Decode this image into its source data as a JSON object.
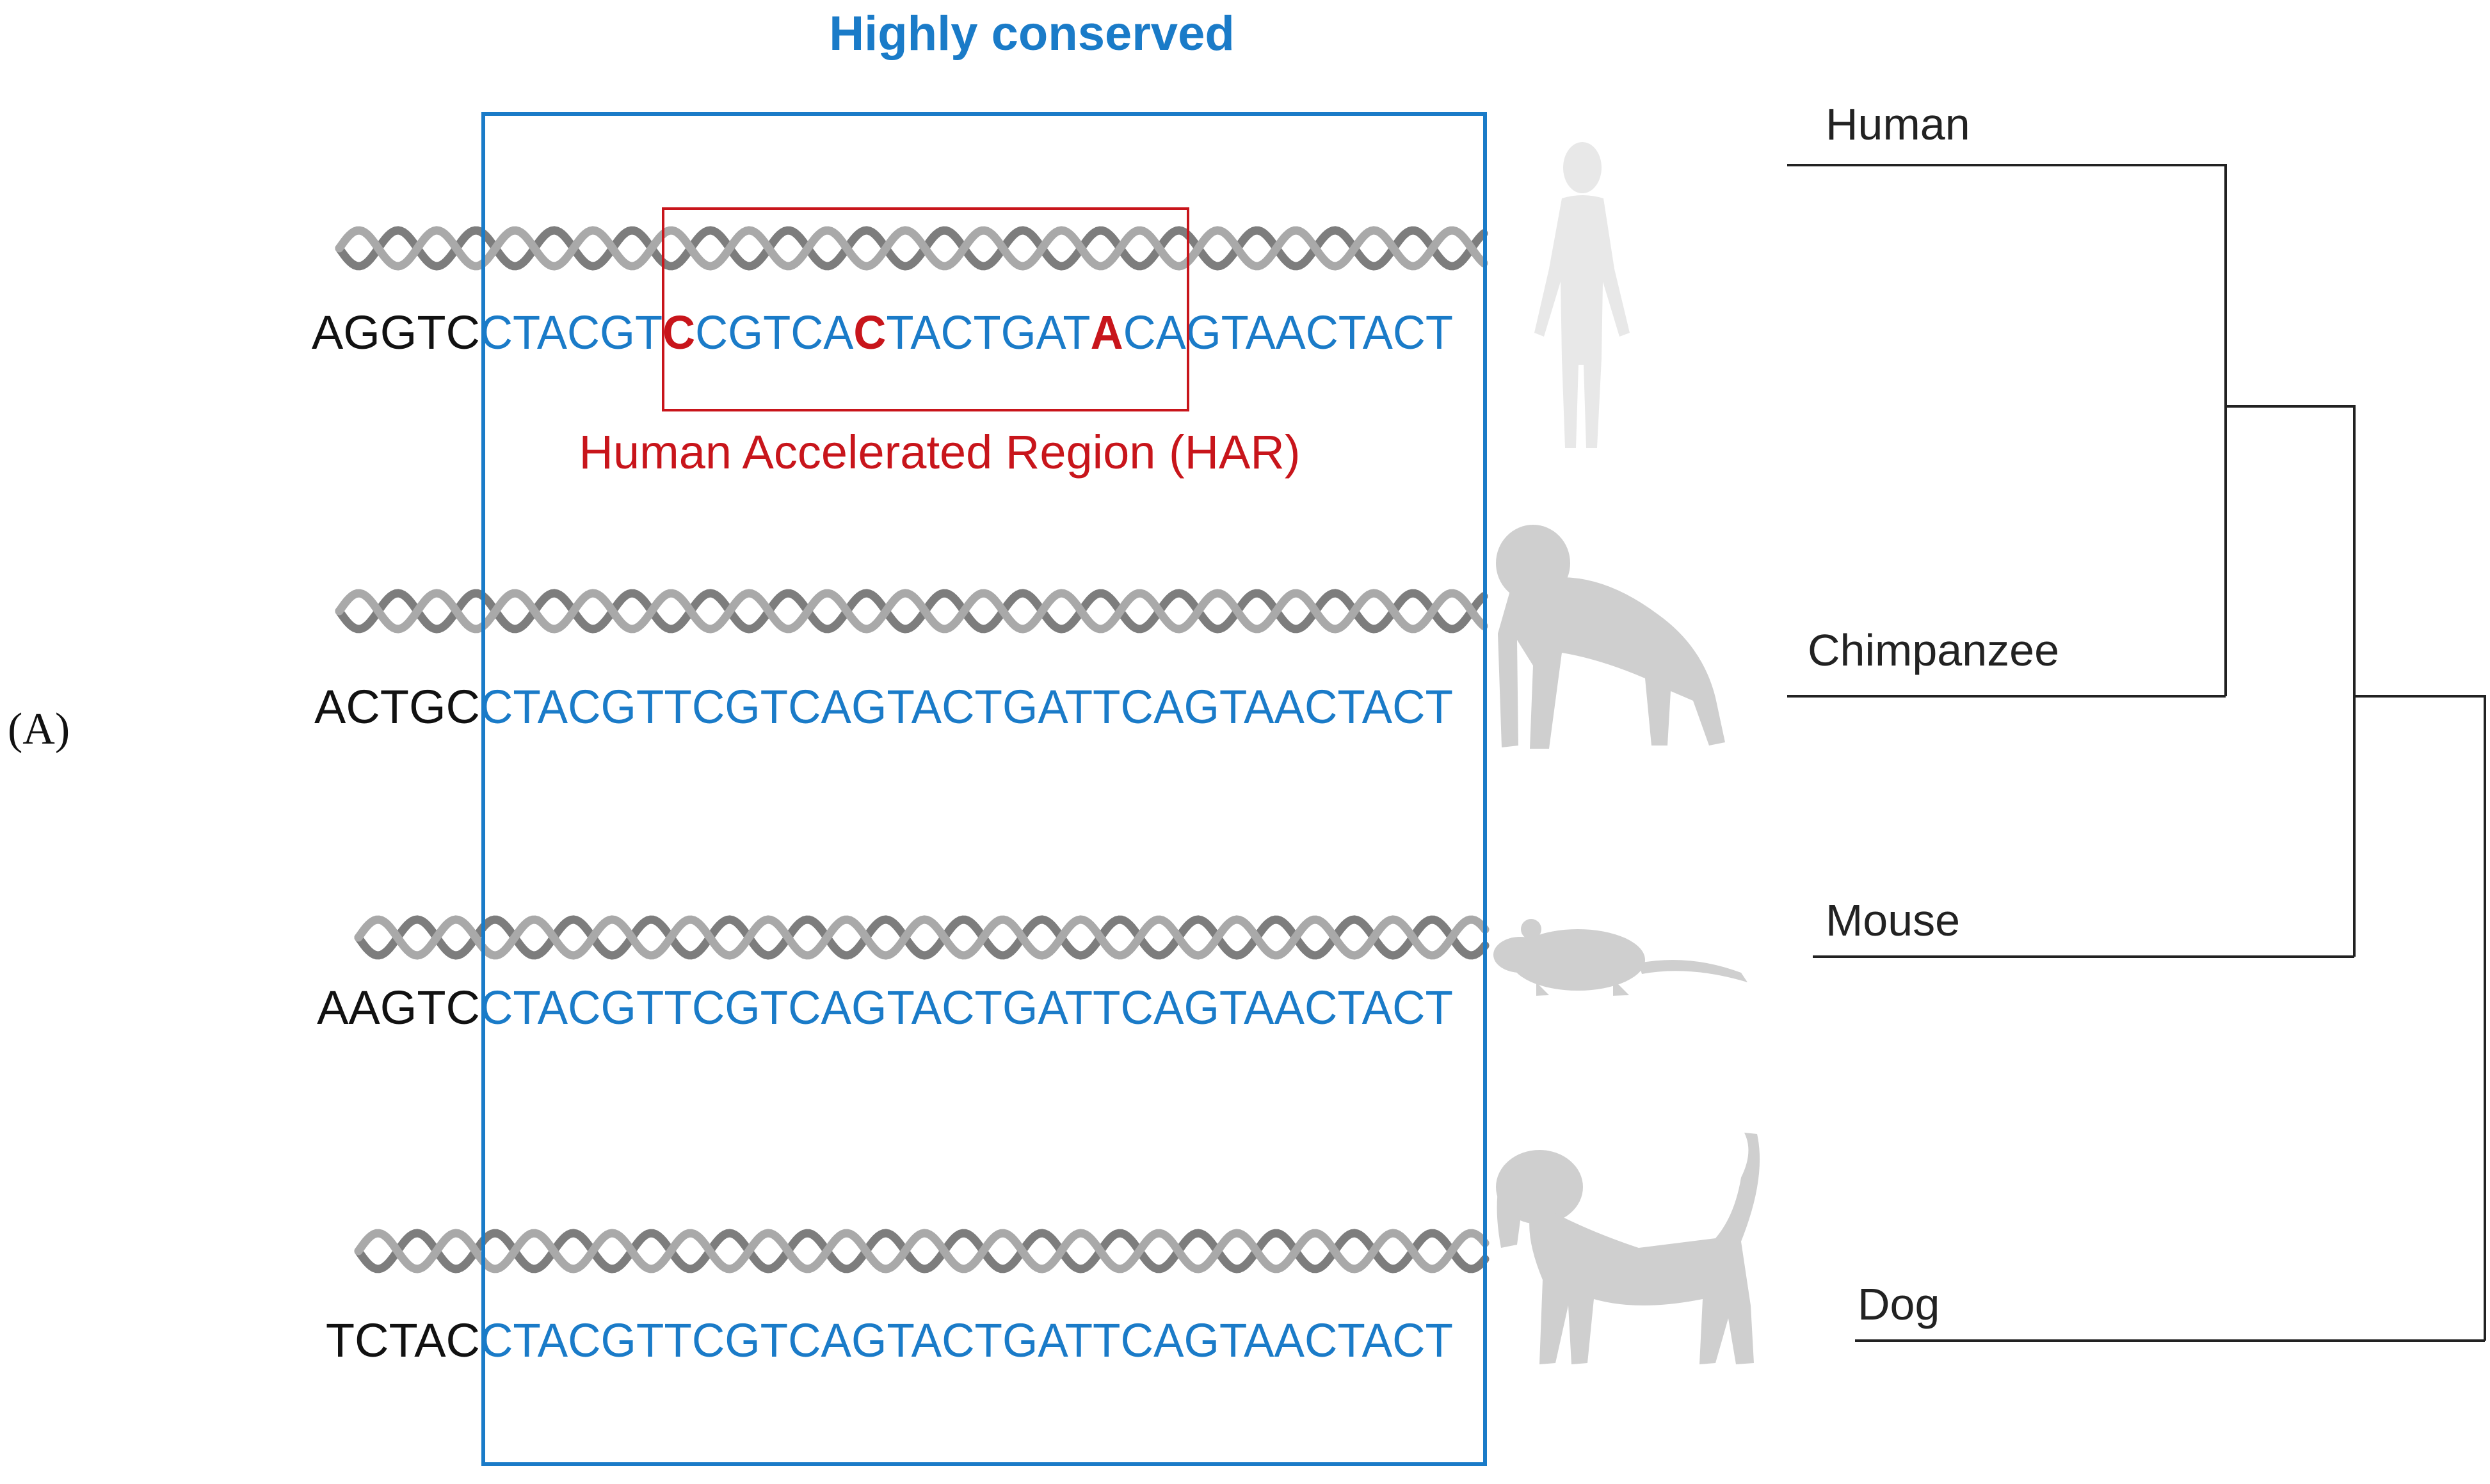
{
  "panel_label": "(A)",
  "conserved_label": "Highly conserved",
  "har_label": "Human Accelerated Region (HAR)",
  "colors": {
    "conserved_blue": "#1a7bc8",
    "flank_black": "#111111",
    "har_red": "#c8151b",
    "helix_gray": "#8a8a8a",
    "silhouette_gray": "#cfcfcf",
    "tree_line": "#222222"
  },
  "species": [
    {
      "name": "Human",
      "icon": "human-silhouette-icon",
      "flank": "AGGTC",
      "segments": [
        {
          "text": "CTACGT",
          "type": "conserved"
        },
        {
          "text": "C",
          "type": "mutation"
        },
        {
          "text": "CGTCA",
          "type": "conserved"
        },
        {
          "text": "C",
          "type": "mutation"
        },
        {
          "text": "TACTGAT",
          "type": "conserved"
        },
        {
          "text": "A",
          "type": "mutation"
        },
        {
          "text": "CAGTAACTACT",
          "type": "conserved"
        }
      ]
    },
    {
      "name": "Chimpanzee",
      "icon": "chimpanzee-silhouette-icon",
      "flank": "ACTGC",
      "segments": [
        {
          "text": "CTACGTTCGTCAGTACTGATTCAGTAACTACT",
          "type": "conserved"
        }
      ]
    },
    {
      "name": "Mouse",
      "icon": "mouse-silhouette-icon",
      "flank": "AAGTC",
      "segments": [
        {
          "text": "CTACGTTCGTCAGTACTGATTCAGTAACTACT",
          "type": "conserved"
        }
      ]
    },
    {
      "name": "Dog",
      "icon": "dog-silhouette-icon",
      "flank": "TCTAC",
      "segments": [
        {
          "text": "CTACGTTCGTCAGTACTGATTCAGTAACTACT",
          "type": "conserved"
        }
      ]
    }
  ]
}
